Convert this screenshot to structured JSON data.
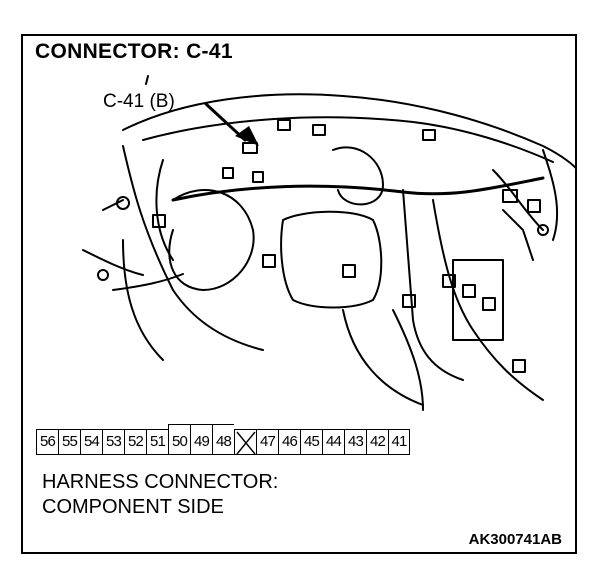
{
  "title": "CONNECTOR: C-41",
  "callout_label": "C-41 (B)",
  "connector_pins": [
    "56",
    "55",
    "54",
    "53",
    "52",
    "51",
    "50",
    "49",
    "48",
    "",
    "47",
    "46",
    "45",
    "44",
    "43",
    "42",
    "41"
  ],
  "harness_line1": "HARNESS CONNECTOR:",
  "harness_line2": "COMPONENT SIDE",
  "figure_code": "AK300741AB"
}
